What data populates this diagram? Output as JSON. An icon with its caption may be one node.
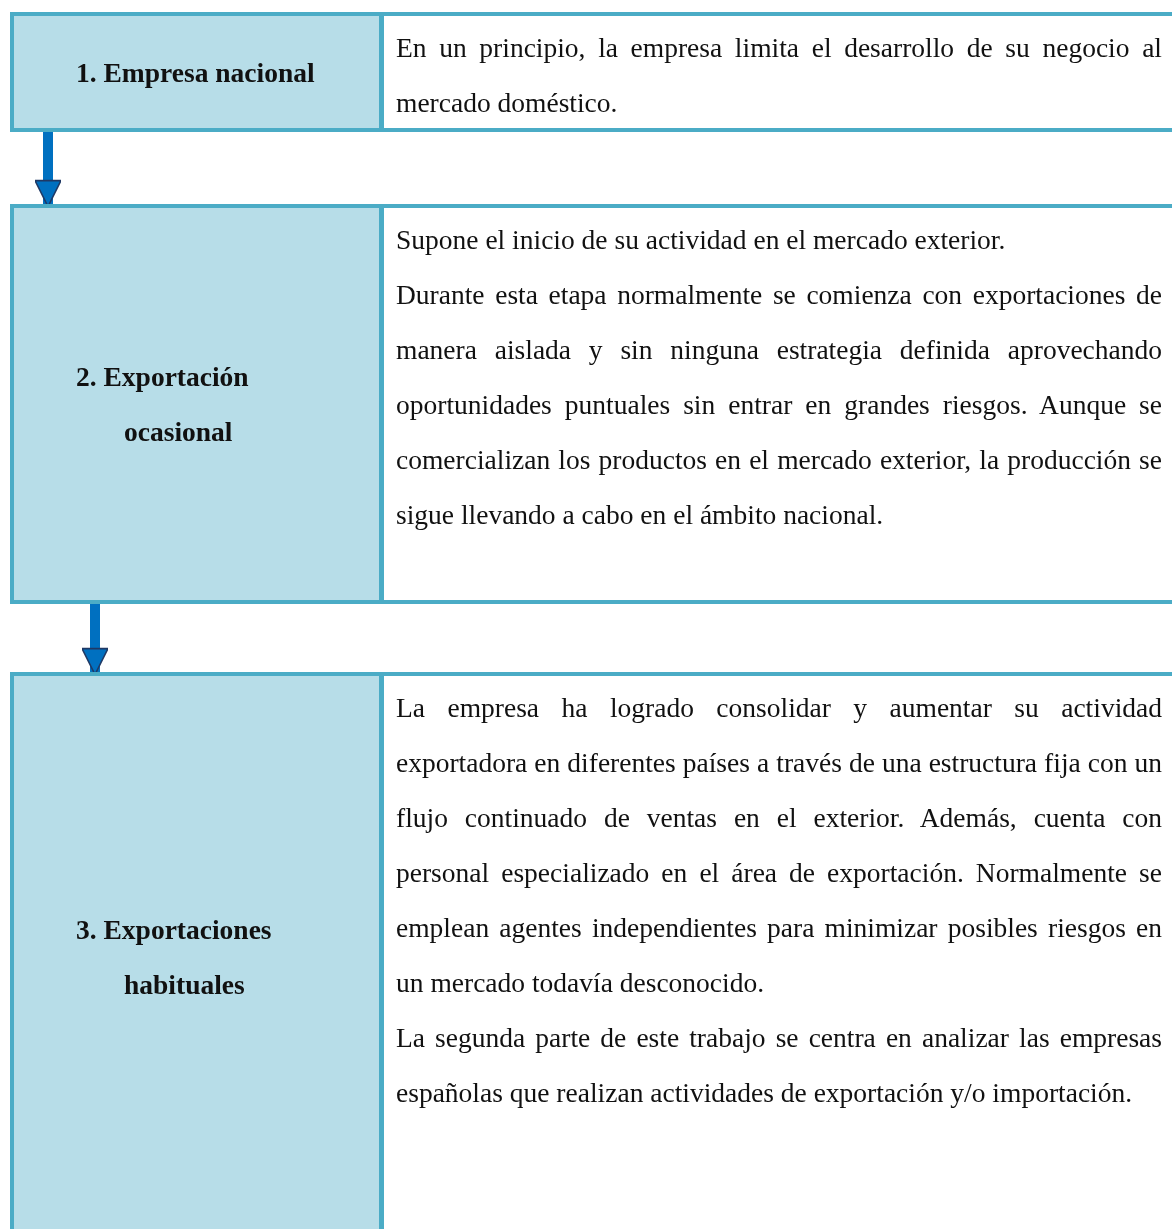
{
  "diagram": {
    "nodes": [
      {
        "text": [
          "1. Empresa nacional"
        ]
      },
      {
        "text": [
          "En un principio, la empresa limita el desarrollo de su negocio al mercado doméstico."
        ]
      },
      {
        "text": [
          "2. Exportación ocasional"
        ]
      },
      {
        "text": [
          "Supone el inicio de su actividad en el mercado exterior.",
          "Durante esta etapa normalmente se comienza con exportaciones de manera aislada y sin ninguna estrategia definida aprovechando oportunidades puntuales sin entrar en grandes riesgos. Aunque se comercializan los productos en el mercado exterior, la producción se sigue llevando a cabo en el ámbito nacional."
        ]
      },
      {
        "text": [
          "3. Exportaciones habituales"
        ]
      },
      {
        "text": [
          "La empresa ha logrado consolidar y aumentar su actividad exportadora en diferentes países a través de una estructura fija con un flujo continuado de ventas en el exterior. Además, cuenta con personal especializado en el área de exportación. Normalmente se emplean agentes independientes para minimizar posibles riesgos en un mercado todavía desconocido.",
          "La segunda parte de este trabajo se centra en analizar las empresas españolas que realizan actividades de exportación y/o importación."
        ]
      }
    ],
    "edges": [
      {
        "from": 0,
        "to": 2,
        "arrow": "to"
      },
      {
        "from": 2,
        "to": 4,
        "arrow": "to"
      }
    ]
  }
}
